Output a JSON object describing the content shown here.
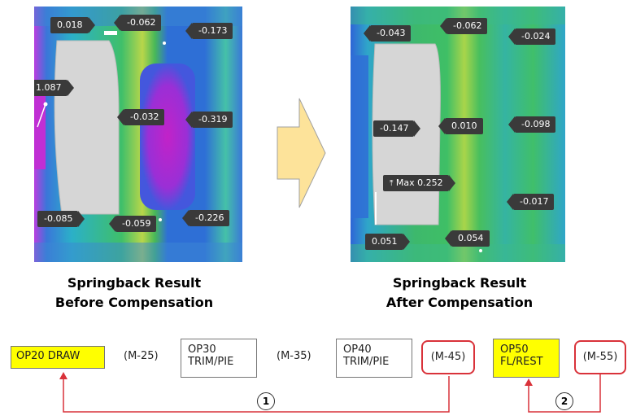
{
  "panels": {
    "before": {
      "labels": [
        "0.018",
        "-0.062",
        "-0.173",
        "1.087",
        "-0.032",
        "-0.319",
        "-0.085",
        "-0.059",
        "-0.226"
      ]
    },
    "after": {
      "labels": [
        "-0.043",
        "-0.062",
        "-0.024",
        "-0.147",
        "0.010",
        "-0.098",
        "Max 0.252",
        "-0.017",
        "0.051",
        "0.054"
      ]
    }
  },
  "captions": {
    "before": {
      "line1": "Springback Result",
      "line2": "Before Compensation"
    },
    "after": {
      "line1": "Springback Result",
      "line2": "After Compensation"
    }
  },
  "process": {
    "op20": "OP20 DRAW",
    "m25": "(M-25)",
    "op30": {
      "line1": "OP30",
      "line2": "TRIM/PIE"
    },
    "m35": "(M-35)",
    "op40": {
      "line1": "OP40",
      "line2": "TRIM/PIE"
    },
    "m45": "(M-45)",
    "op50": {
      "line1": "OP50",
      "line2": "FL/REST"
    },
    "m55": "(M-55)",
    "loop1": "1",
    "loop2": "2"
  },
  "colors": {
    "highlight": "#ffff00",
    "loop_arrow": "#d9323a",
    "flow_arrow": "#fde39a"
  }
}
